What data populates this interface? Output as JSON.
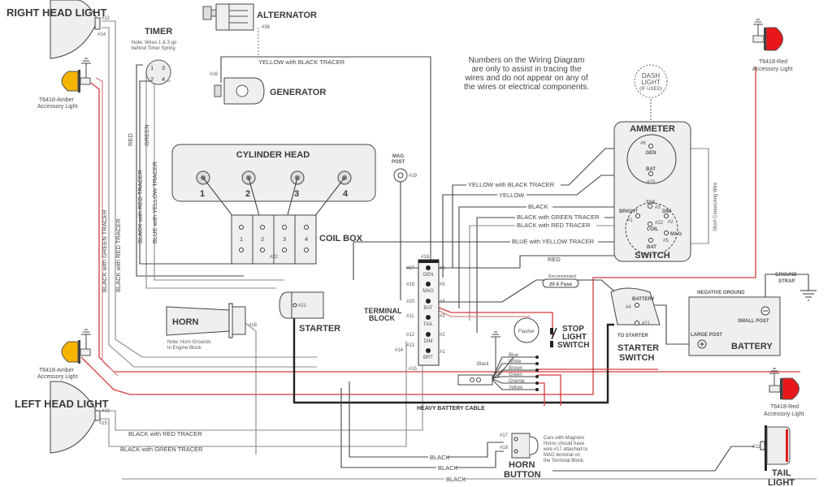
{
  "components": {
    "right_head_light": "RIGHT HEAD LIGHT",
    "left_head_light": "LEFT HEAD LIGHT",
    "timer": "TIMER",
    "timer_note": [
      "Note: Wires 1 & 3 go",
      "behind Timer Spring"
    ],
    "alternator": "ALTERNATOR",
    "generator": "GENERATOR",
    "cylinder_head": "CYLINDER HEAD",
    "coil_box": "COIL BOX",
    "mag_post": [
      "MAG",
      "POST"
    ],
    "ammeter": "AMMETER",
    "switch": "SWITCH",
    "dash_light": [
      "DASH",
      "LIGHT",
      "(IF USED)"
    ],
    "terminal_block": [
      "TERMINAL",
      "BLOCK"
    ],
    "horn": "HORN",
    "horn_note": [
      "Note: Horn Grounds",
      "to Engine Block"
    ],
    "starter": "STARTER",
    "stop_light_switch": [
      "STOP",
      "LIGHT",
      "SWITCH"
    ],
    "flasher": "Flasher",
    "starter_switch": [
      "STARTER",
      "SWITCH"
    ],
    "to_starter": "TO STARTER",
    "battery": "BATTERY",
    "negative_ground": "NEGATIVE GROUND",
    "ground_strap": [
      "GROUND",
      "STRAP"
    ],
    "small_post": "SMALL POST",
    "large_post": "LARGE POST",
    "horn_button": [
      "HORN",
      "BUTTON"
    ],
    "horn_button_note": [
      "Cars with Magneto",
      "Horns should have",
      "wire #17 attached to",
      "MAG terminal on",
      "the Terminal Block."
    ],
    "tail_light": [
      "TAIL",
      "LIGHT"
    ],
    "amber_light": [
      "T6418-Amber",
      "Accessory Light"
    ],
    "red_light": [
      "T6418-Red",
      "Accessory Light"
    ],
    "fuse": "20 A Fuse",
    "fuse_note": "Recommended",
    "heavy_cable": "HEAVY BATTERY CABLE",
    "short_wire": "Short Connecting Wire"
  },
  "diagram_note": [
    "Numbers on the Wiring Diagram",
    "are only to assist in tracing the",
    "wires and do not appear on any of",
    "the wires or electrical components."
  ],
  "ammeter_terminals": {
    "gen": "GEN",
    "bat": "BAT",
    "n6": "#6",
    "n20": "#20"
  },
  "switch_terminals": {
    "tail": "TAIL",
    "bright": "BRIGHT",
    "dim": "DIM",
    "coil": "COIL",
    "mag": "MAG",
    "bat": "BAT",
    "n3": "#3",
    "n1": "#1",
    "n2": "#2",
    "n22": "#22",
    "n5": "#5"
  },
  "terminal_block_labels": [
    "GEN",
    "MAG",
    "BAT",
    "TAIL",
    "DIM",
    "BRT"
  ],
  "cylinder_numbers": [
    "1",
    "2",
    "3",
    "4"
  ],
  "timer_numbers": [
    "1",
    "3",
    "2",
    "4"
  ],
  "wire_labels": {
    "yellow_black_tracer": "YELLOW with BLACK TRACER",
    "yellow": "YELLOW",
    "black": "BLACK",
    "black_green_tracer": "BLACK with GREEN TRACER",
    "black_red_tracer": "BLACK with RED TRACER",
    "blue_yellow_tracer": "BLUE with YELLOW TRACER",
    "red": "RED",
    "green": "GREEN"
  },
  "flasher_wires": [
    "Blue",
    "White",
    "Brown",
    "Green",
    "Orange",
    "Yellow",
    "Black"
  ],
  "wire_numbers": {
    "n1": "#1",
    "n2": "#2",
    "n3": "#3",
    "n4": "#4",
    "n5": "#5",
    "n6": "#6",
    "n11": "#11",
    "n12": "#12",
    "n13": "#13",
    "n14": "#14",
    "n15": "#15",
    "n16": "#16",
    "n17": "#17",
    "n18": "#18",
    "n19": "#19",
    "n20": "#20",
    "n21": "#21",
    "n22": "#22",
    "n27": "#27",
    "n36": "#36"
  }
}
